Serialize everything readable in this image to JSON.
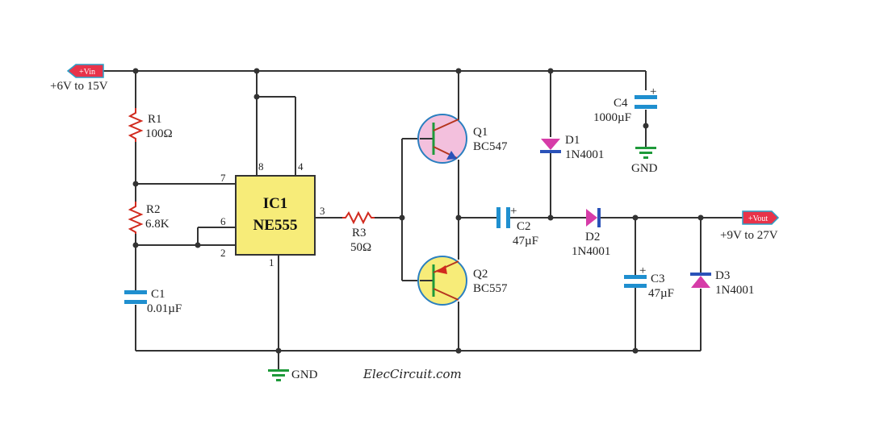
{
  "colors": {
    "wire": "#333333",
    "resistor": "#d12a1e",
    "capacitor": "#1f8fcf",
    "diode": "#d63ca8",
    "ic_fill": "#f7ec79",
    "q1_fill": "#f3c0dd",
    "q2_fill": "#f7ec79",
    "transistor_base": "#1e9a3a",
    "ground": "#1e9a3a",
    "tag_fill": "#e8334a"
  },
  "input": {
    "tag": "+Vin",
    "range": "+6V to 15V"
  },
  "output": {
    "tag": "+Vout",
    "range": "+9V to 27V"
  },
  "ic": {
    "name": "IC1",
    "part": "NE555",
    "pins": {
      "p1": "1",
      "p2": "2",
      "p3": "3",
      "p4": "4",
      "p6": "6",
      "p7": "7",
      "p8": "8"
    }
  },
  "r1": {
    "name": "R1",
    "value": "100Ω"
  },
  "r2": {
    "name": "R2",
    "value": "6.8K"
  },
  "r3": {
    "name": "R3",
    "value": "50Ω"
  },
  "c1": {
    "name": "C1",
    "value": "0.01µF"
  },
  "c2": {
    "name": "C2",
    "value": "47µF"
  },
  "c3": {
    "name": "C3",
    "value": "47µF"
  },
  "c4": {
    "name": "C4",
    "value": "1000µF"
  },
  "q1": {
    "name": "Q1",
    "part": "BC547"
  },
  "q2": {
    "name": "Q2",
    "part": "BC557"
  },
  "d1": {
    "name": "D1",
    "part": "1N4001"
  },
  "d2": {
    "name": "D2",
    "part": "1N4001"
  },
  "d3": {
    "name": "D3",
    "part": "1N4001"
  },
  "plus_sign": "+",
  "gnd_top": "GND",
  "gnd_bottom": "GND",
  "credit": "ElecCircuit.com"
}
